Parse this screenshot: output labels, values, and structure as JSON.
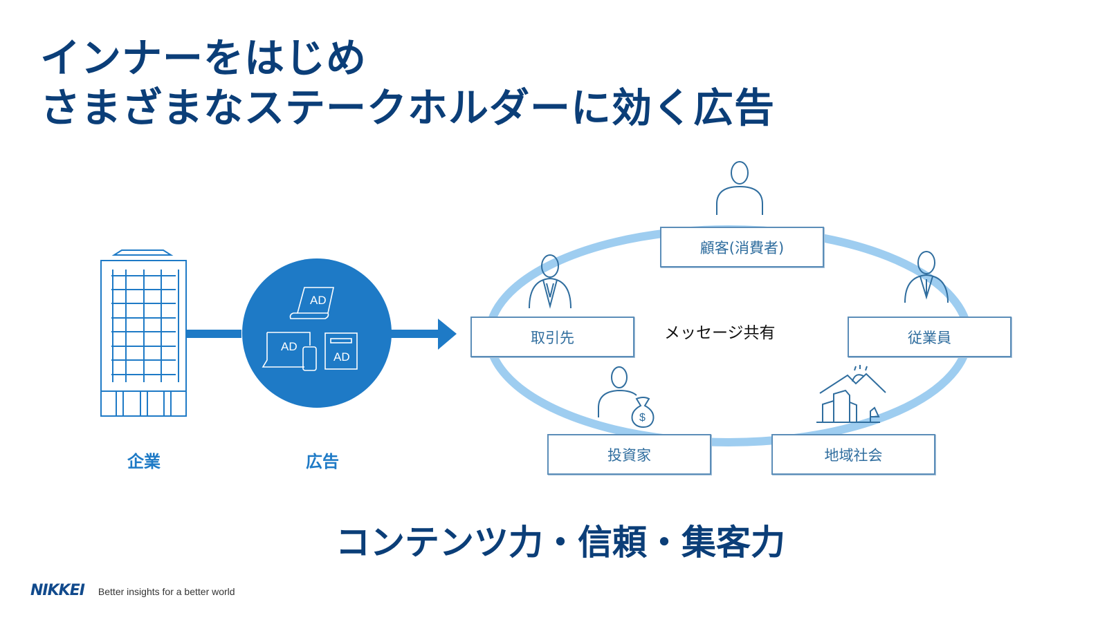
{
  "title": {
    "line1": "インナーをはじめ",
    "line2": "さまざまなステークホルダーに効く広告"
  },
  "left": {
    "company_label": "企業",
    "ad_label": "広告",
    "ad_icons": [
      "AD",
      "AD",
      "AD"
    ]
  },
  "ring": {
    "center_message": "メッセージ共有",
    "stakeholders": [
      {
        "label": "顧客(消費者)",
        "icon": "person-icon"
      },
      {
        "label": "取引先",
        "icon": "businessman-icon"
      },
      {
        "label": "従業員",
        "icon": "employee-icon"
      },
      {
        "label": "投資家",
        "icon": "investor-money-bag-icon"
      },
      {
        "label": "地域社会",
        "icon": "community-city-icon"
      }
    ]
  },
  "tagline": "コンテンツ力・信頼・集客力",
  "footer": {
    "logo": "NIKKEI",
    "slogan": "Better insights for a better world"
  },
  "colors": {
    "title": "#0b3e78",
    "accent": "#1e7ac6",
    "ring": "#9ecdf0",
    "box_border": "#5b8db8"
  }
}
